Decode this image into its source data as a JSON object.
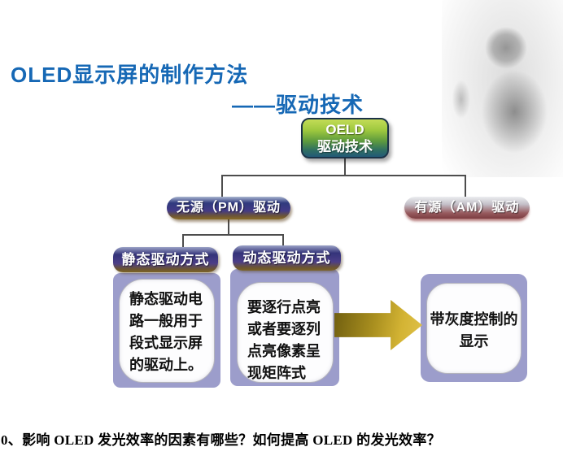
{
  "slide": {
    "title": "OLED显示屏的制作方法",
    "subtitle": "——驱动技术",
    "footer_question": "0、影响 OLED 发光效率的因素有哪些？如何提高 OLED 的发光效率？"
  },
  "diagram": {
    "root": {
      "line1": "OELD",
      "line2": "驱动技术"
    },
    "passive_label": "无源（PM）驱动",
    "active_label": "有源（AM）驱动",
    "static_method": {
      "header": "静态驱动方式",
      "body": "静态驱动电路一般用于段式显示屏的驱动上。"
    },
    "dynamic_method": {
      "header": "动态驱动方式",
      "body": "要逐行点亮或者要逐列点亮像素呈现矩阵式"
    },
    "result": {
      "body": "带灰度控制的显示"
    },
    "photo_alt": "smiling-child-thumbs-up-grayscale-photo"
  },
  "colors": {
    "title_blue": "#1668b5",
    "root_green_top": "#c3dc56",
    "root_teal_bottom": "#235a78",
    "pill_navy": "#303a7e",
    "pill_maroon": "#7c3c40",
    "header_purple": "#4c3e88",
    "header_brown_edge": "#7c6428",
    "body_lavender": "#9c9dcb",
    "arrow_gold": "#d4b434",
    "connector_gray": "#4d4d4d"
  }
}
